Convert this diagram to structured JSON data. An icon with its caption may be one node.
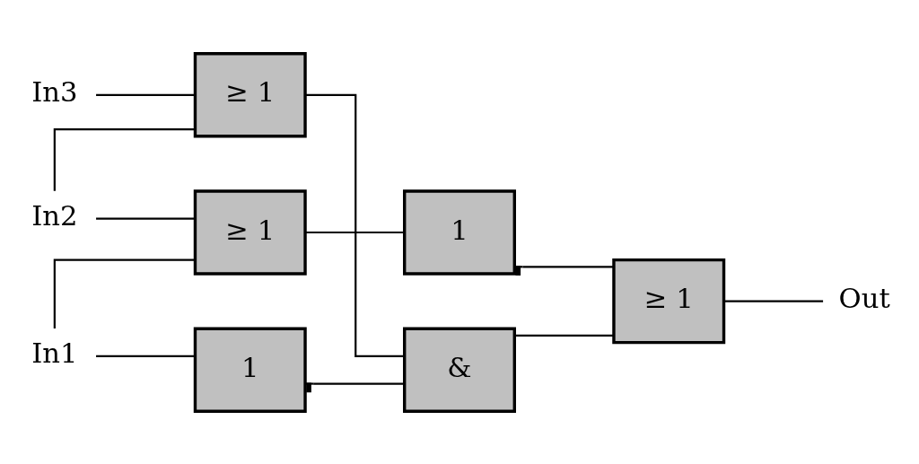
{
  "diagram": {
    "nodes": [
      {
        "text": [
          "In1"
        ]
      },
      {
        "text": [
          "In2"
        ]
      },
      {
        "text": [
          "In3"
        ]
      },
      {
        "text": [
          "≥ 1"
        ]
      },
      {
        "text": [
          "1"
        ]
      },
      {
        "text": [
          "1"
        ]
      },
      {
        "text": [
          "≥ 1"
        ]
      },
      {
        "text": [
          "&"
        ]
      },
      {
        "text": [
          "≥ 1"
        ]
      },
      {
        "text": [
          "Out"
        ]
      }
    ],
    "edges": [
      {
        "from": 0,
        "to": 3,
        "arrow": "none"
      },
      {
        "from": 0,
        "to": 5,
        "arrow": "none"
      },
      {
        "from": 1,
        "to": 3,
        "arrow": "none"
      },
      {
        "from": 1,
        "to": 6,
        "arrow": "none"
      },
      {
        "from": 2,
        "to": 6,
        "arrow": "none"
      },
      {
        "from": 3,
        "to": 4,
        "arrow": "none"
      },
      {
        "from": 4,
        "to": 8,
        "arrow": "other"
      },
      {
        "from": 5,
        "to": 7,
        "arrow": "other"
      },
      {
        "from": 6,
        "to": 7,
        "arrow": "none"
      },
      {
        "from": 7,
        "to": 8,
        "arrow": "none"
      },
      {
        "from": 8,
        "to": 9,
        "arrow": "none"
      }
    ]
  }
}
